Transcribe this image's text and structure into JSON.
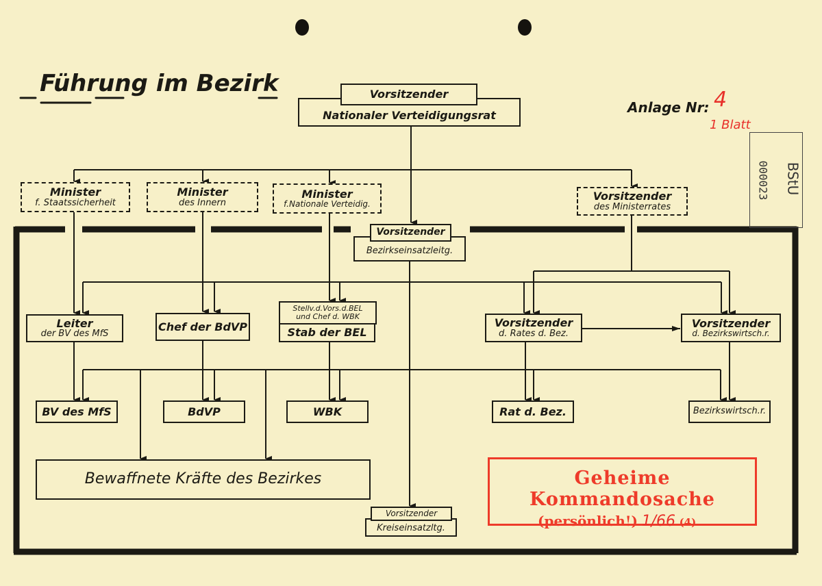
{
  "title": "Führung im Bezirk",
  "annex": {
    "label": "Anlage Nr:",
    "number": "4",
    "sheets": "1 Blatt"
  },
  "archive_stamp": {
    "label": "BStU",
    "number": "000023"
  },
  "top": {
    "line1": "Vorsitzender",
    "line2": "Nationaler Verteidigungsrat"
  },
  "ministers": [
    {
      "line1": "Minister",
      "line2": "f. Staatssicherheit"
    },
    {
      "line1": "Minister",
      "line2": "des Innern"
    },
    {
      "line1": "Minister",
      "line2": "f.Nationale Verteidig."
    },
    {
      "line1": "Vorsitzender",
      "line2": "des Ministerrates"
    }
  ],
  "bel": {
    "line1": "Vorsitzender",
    "line2": "Bezirkseinsatzleitg."
  },
  "level3": [
    {
      "line1": "Leiter",
      "line2": "der BV des MfS"
    },
    {
      "line1": "Chef der BdVP"
    },
    {
      "line1": "Stellv.d.Vors.d.BEL",
      "line2": "und Chef d. WBK",
      "line3": "Stab der BEL"
    },
    {
      "line1": "Vorsitzender",
      "line2": "d. Rates d. Bez."
    },
    {
      "line1": "Vorsitzender",
      "line2": "d. Bezirkswirtsch.r."
    }
  ],
  "level4": [
    "BV des MfS",
    "BdVP",
    "WBK",
    "Rat d. Bez.",
    "Bezirkswirtsch.r."
  ],
  "armed_forces": "Bewaffnete Kräfte des Bezirkes",
  "kel": {
    "line1": "Vorsitzender",
    "line2": "Kreiseinsatzltg."
  },
  "secret_stamp": {
    "line1": "Geheime Kommandosache",
    "line2": "(persönlich!)",
    "number": "1/66",
    "copy": "(4)"
  },
  "colors": {
    "paper": "#f7f0c8",
    "ink": "#1b1a14",
    "stamp_red": "#ee3b2a"
  }
}
